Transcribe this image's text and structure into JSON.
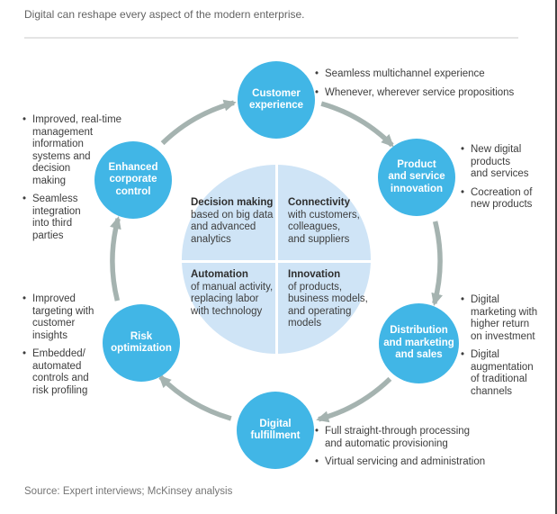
{
  "page": {
    "title": "Digital can reshape every aspect of the modern enterprise.",
    "source": "Source: Expert interviews; McKinsey analysis"
  },
  "colors": {
    "node_blue": "#41b6e6",
    "center_blue": "#cfe4f6",
    "arrow_gray": "#a5b3b0",
    "title_gray": "#636363",
    "text_dark": "#3d3d3d",
    "source_gray": "#757575"
  },
  "cycle": {
    "nodes": [
      {
        "label": "Customer\nexperience"
      },
      {
        "label": "Product\nand service\ninnovation"
      },
      {
        "label": "Distribution\nand marketing\nand sales"
      },
      {
        "label": "Digital\nfulfillment"
      },
      {
        "label": "Risk\noptimization"
      },
      {
        "label": "Enhanced\ncorporate\ncontrol"
      }
    ],
    "bullets": {
      "customer": [
        "Seamless multichannel experience",
        "Whenever, wherever service propositions"
      ],
      "product": [
        "New digital\nproducts\nand services",
        "Cocreation of\nnew products"
      ],
      "distribution": [
        "Digital\nmarketing with\nhigher return\non investment",
        "Digital\naugmentation\nof traditional\nchannels"
      ],
      "fulfillment": [
        "Full straight-through processing\nand automatic provisioning",
        "Virtual servicing and administration"
      ],
      "risk": [
        "Improved\ntargeting with\ncustomer\ninsights",
        "Embedded/\nautomated\ncontrols and\nrisk profiling"
      ],
      "enhanced": [
        "Improved, real-time\nmanagement\ninformation\nsystems and\ndecision\nmaking",
        "Seamless\nintegration\ninto third\nparties"
      ]
    },
    "center": {
      "quadrants": [
        {
          "title": "Decision making",
          "body": "based on big data\nand advanced\nanalytics"
        },
        {
          "title": "Connectivity",
          "body": "with customers,\ncolleagues,\nand suppliers"
        },
        {
          "title": "Automation",
          "body": "of manual activity,\nreplacing labor\nwith technology"
        },
        {
          "title": "Innovation",
          "body": "of products,\nbusiness models,\nand operating\nmodels"
        }
      ]
    }
  }
}
